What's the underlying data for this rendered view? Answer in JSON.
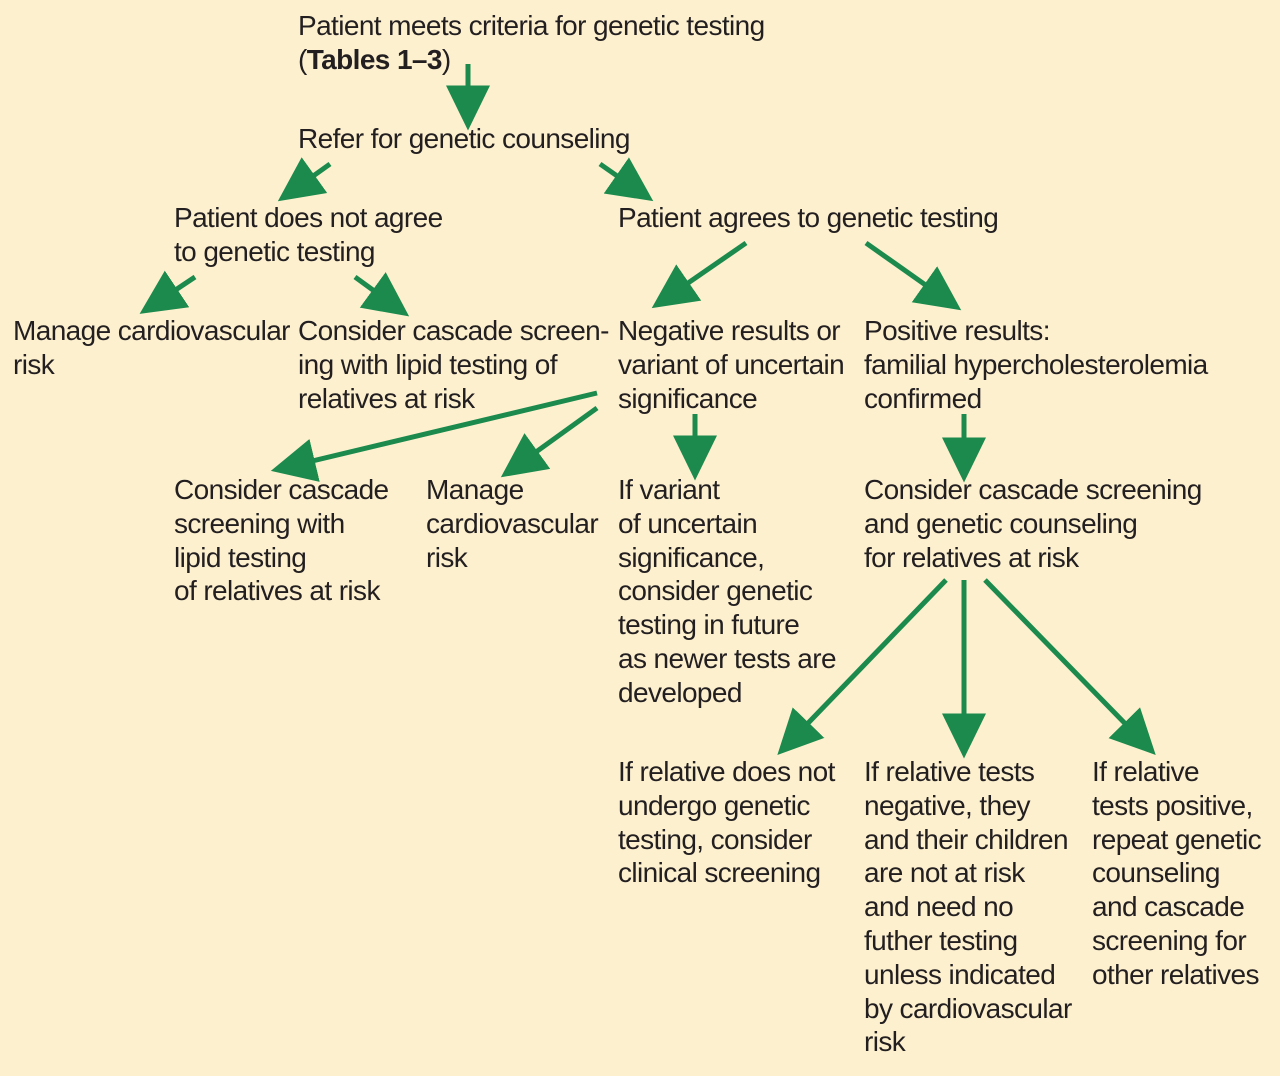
{
  "diagram": {
    "colors": {
      "background": "#fcf0cf",
      "arrow": "#1b8a4c",
      "text": "#231f20"
    },
    "nodes": {
      "criteria": {
        "text": "Patient meets criteria for genetic testing",
        "paren_open": "(",
        "ref": "Tables 1–3",
        "paren_close": ")"
      },
      "refer": {
        "text": "Refer for genetic counseling"
      },
      "not_agree": {
        "text": "Patient does not agree\nto genetic testing"
      },
      "agrees": {
        "text": "Patient agrees to genetic testing"
      },
      "manage_risk_1": {
        "text": "Manage cardiovascular\nrisk"
      },
      "cascade_lipid_1": {
        "text": "Consider cascade screen-\ning with lipid testing of\nrelatives at risk"
      },
      "negative": {
        "text": "Negative results or\nvariant of uncertain\nsignificance"
      },
      "positive": {
        "text": "Positive results:\nfamilial hypercholesterolemia\nconfirmed"
      },
      "cascade_lipid_2": {
        "text": "Consider cascade\nscreening with\nlipid testing\nof relatives at risk"
      },
      "manage_risk_2": {
        "text": "Manage\ncardiovascular\nrisk"
      },
      "variant_future": {
        "text": "If variant\nof uncertain\nsignificance,\nconsider genetic\ntesting in future\nas newer tests are\ndeveloped"
      },
      "cascade_counsel": {
        "text": "Consider cascade screening\nand genetic counseling\nfor relatives at risk"
      },
      "rel_no_test": {
        "text": "If relative does not\nundergo genetic\ntesting, consider\nclinical screening"
      },
      "rel_negative": {
        "text": "If relative tests\nnegative, they\nand their children\nare not at risk\nand need no\nfuther testing\nunless indicated\nby cardiovascular\nrisk"
      },
      "rel_positive": {
        "text": "If relative\ntests positive,\nrepeat genetic\ncounseling\nand cascade\nscreening for\nother relatives"
      }
    },
    "edges": [
      {
        "from": "criteria",
        "to": "refer"
      },
      {
        "from": "refer",
        "to": "not_agree"
      },
      {
        "from": "refer",
        "to": "agrees"
      },
      {
        "from": "not_agree",
        "to": "manage_risk_1"
      },
      {
        "from": "not_agree",
        "to": "cascade_lipid_1"
      },
      {
        "from": "agrees",
        "to": "negative"
      },
      {
        "from": "agrees",
        "to": "positive"
      },
      {
        "from": "negative",
        "to": "cascade_lipid_2"
      },
      {
        "from": "negative",
        "to": "manage_risk_2"
      },
      {
        "from": "negative",
        "to": "variant_future"
      },
      {
        "from": "positive",
        "to": "cascade_counsel"
      },
      {
        "from": "cascade_counsel",
        "to": "rel_no_test"
      },
      {
        "from": "cascade_counsel",
        "to": "rel_negative"
      },
      {
        "from": "cascade_counsel",
        "to": "rel_positive"
      }
    ]
  }
}
